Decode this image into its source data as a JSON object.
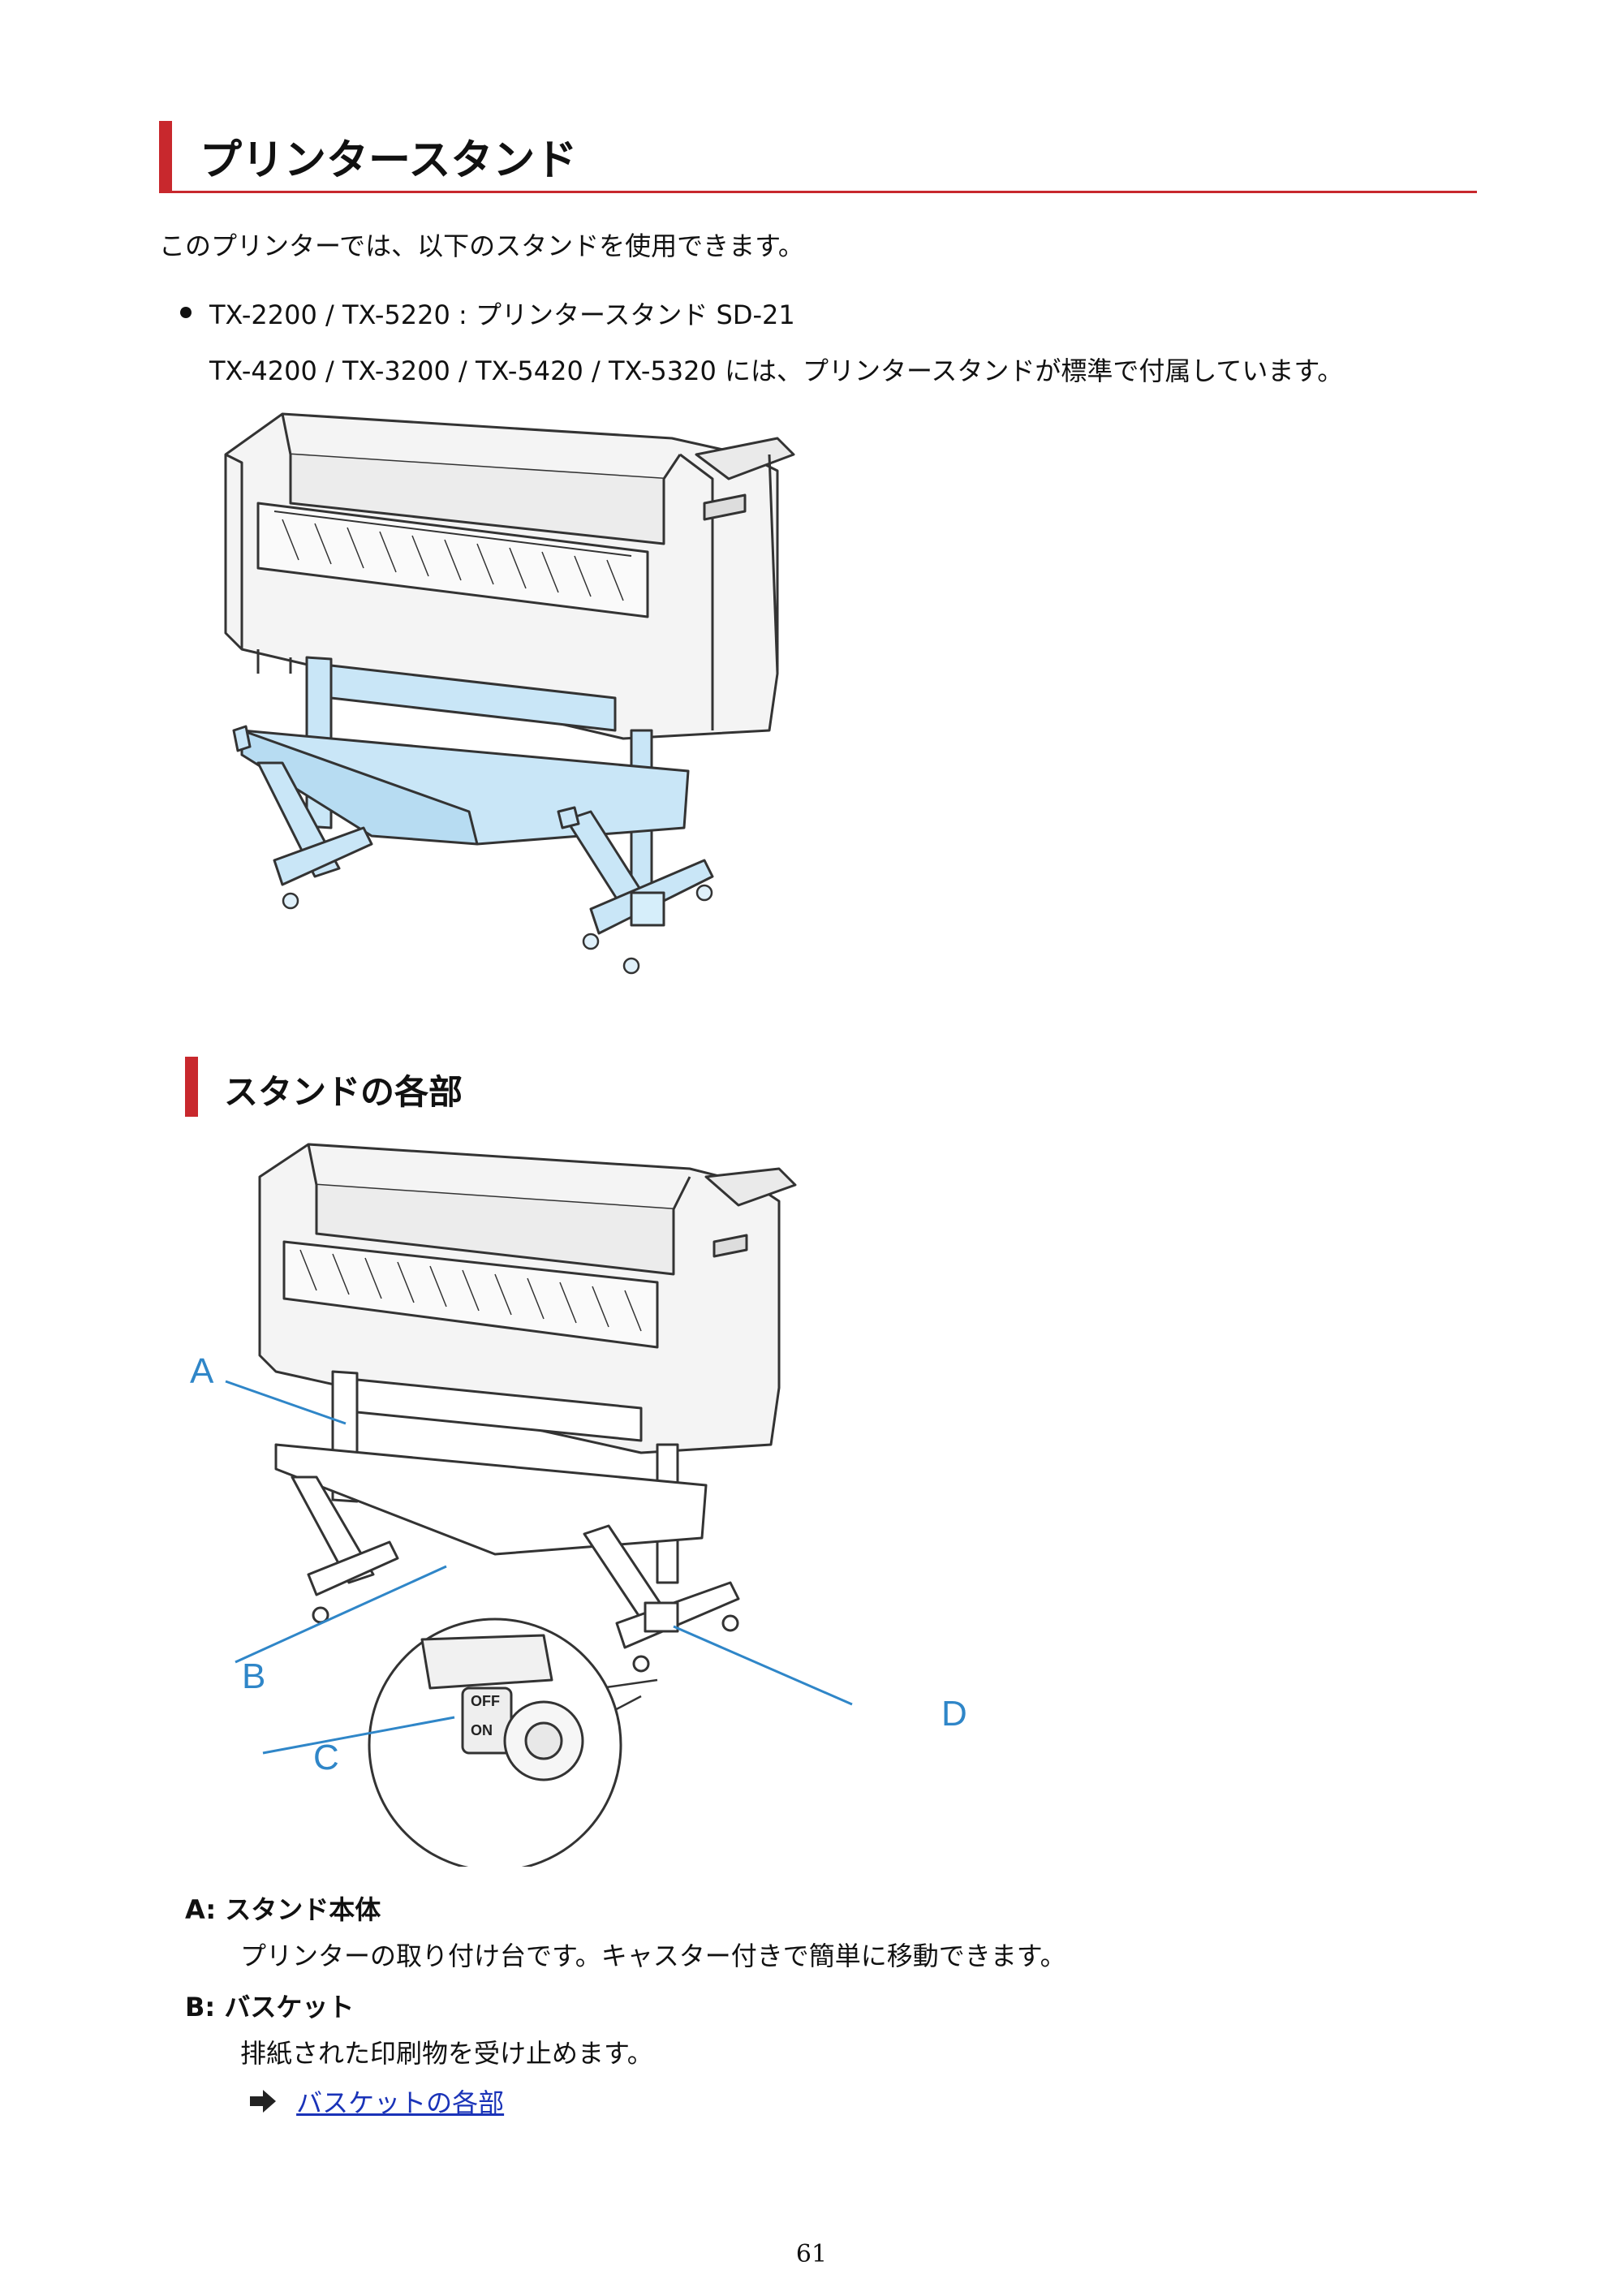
{
  "title": "プリンタースタンド",
  "intro": "このプリンターでは、以下のスタンドを使用できます。",
  "bullet": {
    "line1": "TX-2200 / TX-5220 : プリンタースタンド SD-21",
    "line2": "TX-4200 / TX-3200 / TX-5420 / TX-5320 には、プリンタースタンドが標準で付属しています。"
  },
  "section": {
    "title": "スタンドの各部"
  },
  "callouts": {
    "a": "A",
    "b": "B",
    "c": "C",
    "d": "D",
    "off": "OFF",
    "on": "ON"
  },
  "parts": [
    {
      "term": "A: スタンド本体",
      "desc": "プリンターの取り付け台です。キャスター付きで簡単に移動できます。"
    },
    {
      "term": "B: バスケット",
      "desc": "排紙された印刷物を受け止めます。"
    }
  ],
  "link": {
    "label": "バスケットの各部"
  },
  "page_number": "61",
  "colors": {
    "accent": "#c8282d",
    "stand_fill": "#c9e6f7",
    "callout": "#2f86c8",
    "link": "#1a33b8"
  }
}
